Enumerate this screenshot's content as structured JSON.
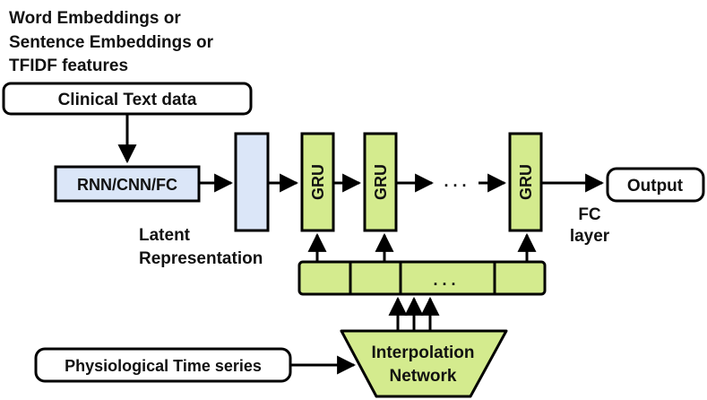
{
  "header_lines": [
    "Word Embeddings or",
    "Sentence Embeddings or",
    "TFIDF features"
  ],
  "clinical_text": "Clinical Text data",
  "rnn_cnn_fc": "RNN/CNN/FC",
  "latent_lines": [
    "Latent",
    "Representation"
  ],
  "gru_label": "GRU",
  "dots": ". . .",
  "output_label": "Output",
  "fc_layer_lines": [
    "FC",
    "layer"
  ],
  "physio": "Physiological Time series",
  "interp_lines": [
    "Interpolation",
    "Network"
  ],
  "colors": {
    "green_fill": "#d4eb8e",
    "blue_fill": "#dbe6f8",
    "stroke": "#000000"
  }
}
